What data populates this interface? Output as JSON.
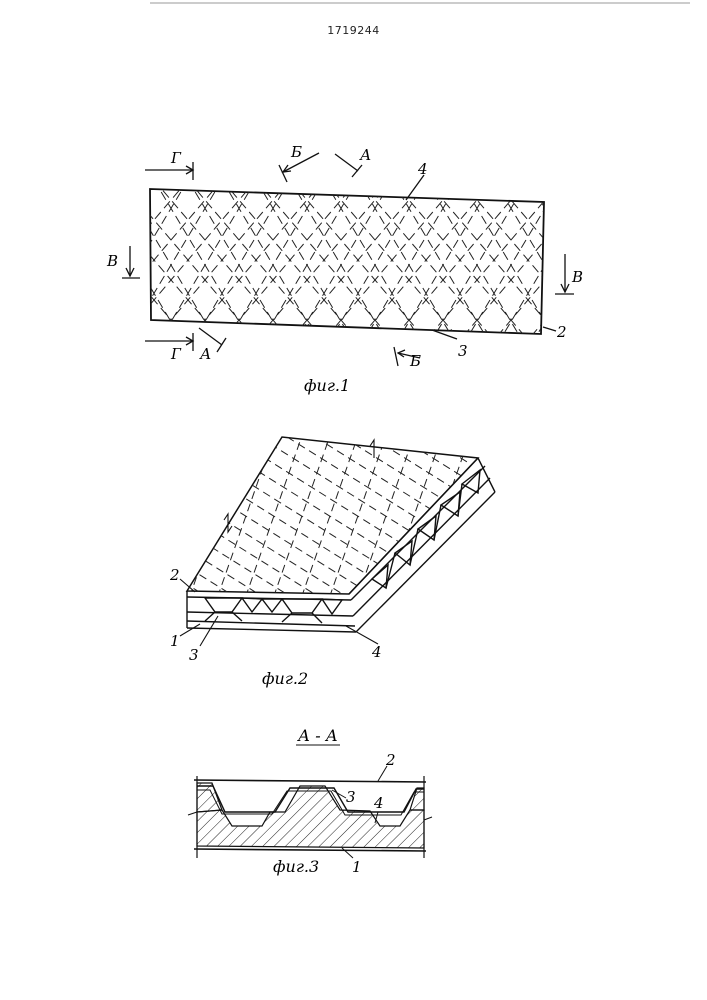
{
  "patent_number": "1719244",
  "fig1": {
    "caption": "фиг.1",
    "labels": {
      "g_top": "Г",
      "b_top": "Б",
      "a_top": "А",
      "n4": "4",
      "v_left": "В",
      "v_right": "В",
      "n2": "2",
      "g_bottom": "Г",
      "a_bottom": "А",
      "n3": "3",
      "b_bottom": "Б"
    }
  },
  "fig2": {
    "caption": "фиг.2",
    "labels": {
      "n2": "2",
      "n1": "1",
      "n3": "3",
      "n4": "4"
    }
  },
  "fig3": {
    "section_title": "А - А",
    "caption": "фиг.3",
    "labels": {
      "n2": "2",
      "n3": "3",
      "n4": "4",
      "n1": "1"
    }
  }
}
